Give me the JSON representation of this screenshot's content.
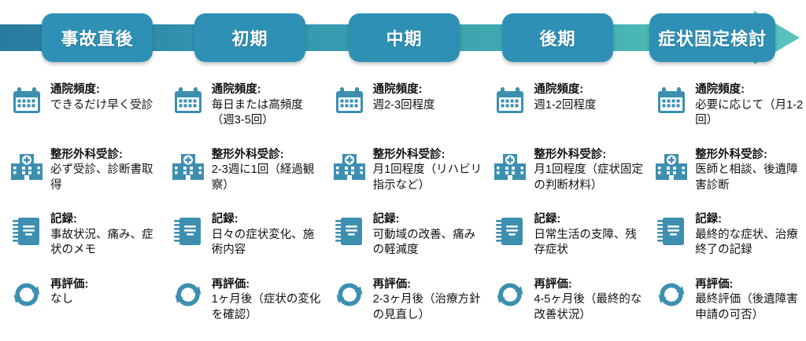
{
  "banner": {
    "band_color_left": "#2b7fa3",
    "band_color_right": "#4cb8b5",
    "box_color": "#2f90b5",
    "phases": [
      {
        "label": "事故直後"
      },
      {
        "label": "初期"
      },
      {
        "label": "中期"
      },
      {
        "label": "後期"
      },
      {
        "label": "症状固定検討"
      }
    ]
  },
  "row_icons": [
    "calendar-icon",
    "hospital-icon",
    "notebook-icon",
    "refresh-icon"
  ],
  "icon_color": "#3d8fb0",
  "columns": [
    {
      "phase": "事故直後",
      "rows": [
        {
          "icon": "calendar-icon",
          "title": "通院頻度:",
          "body": "できるだけ早く受診"
        },
        {
          "icon": "hospital-icon",
          "title": "整形外科受診:",
          "body": "必ず受診、診断書取得"
        },
        {
          "icon": "notebook-icon",
          "title": "記録:",
          "body": "事故状況、痛み、症状のメモ"
        },
        {
          "icon": "refresh-icon",
          "title": "再評価:",
          "body": "なし"
        }
      ]
    },
    {
      "phase": "初期",
      "rows": [
        {
          "icon": "calendar-icon",
          "title": "通院頻度:",
          "body": "毎日または高頻度（週3-5回）"
        },
        {
          "icon": "hospital-icon",
          "title": "整形外科受診:",
          "body": "2-3週に1回（経過観察）"
        },
        {
          "icon": "notebook-icon",
          "title": "記録:",
          "body": "日々の症状変化、施術内容"
        },
        {
          "icon": "refresh-icon",
          "title": "再評価:",
          "body": "1ヶ月後（症状の変化を確認）"
        }
      ]
    },
    {
      "phase": "中期",
      "rows": [
        {
          "icon": "calendar-icon",
          "title": "通院頻度:",
          "body": "週2-3回程度"
        },
        {
          "icon": "hospital-icon",
          "title": "整形外科受診:",
          "body": "月1回程度（リハビリ指示など）"
        },
        {
          "icon": "notebook-icon",
          "title": "記録:",
          "body": "可動域の改善、痛みの軽減度"
        },
        {
          "icon": "refresh-icon",
          "title": "再評価:",
          "body": "2-3ヶ月後（治療方針の見直し）"
        }
      ]
    },
    {
      "phase": "後期",
      "rows": [
        {
          "icon": "calendar-icon",
          "title": "通院頻度:",
          "body": "週1-2回程度"
        },
        {
          "icon": "hospital-icon",
          "title": "整形外科受診:",
          "body": "月1回程度（症状固定の判断材料）"
        },
        {
          "icon": "notebook-icon",
          "title": "記録:",
          "body": "日常生活の支障、残存症状"
        },
        {
          "icon": "refresh-icon",
          "title": "再評価:",
          "body": "4-5ヶ月後（最終的な改善状況）"
        }
      ]
    },
    {
      "phase": "症状固定検討",
      "rows": [
        {
          "icon": "calendar-icon",
          "title": "通院頻度:",
          "body": "必要に応じて（月1-2回）"
        },
        {
          "icon": "hospital-icon",
          "title": "整形外科受診:",
          "body": "医師と相談、後遺障害診断"
        },
        {
          "icon": "notebook-icon",
          "title": "記録:",
          "body": "最終的な症状、治療終了の記録"
        },
        {
          "icon": "refresh-icon",
          "title": "再評価:",
          "body": "最終評価（後遺障害申請の可否）"
        }
      ]
    }
  ]
}
